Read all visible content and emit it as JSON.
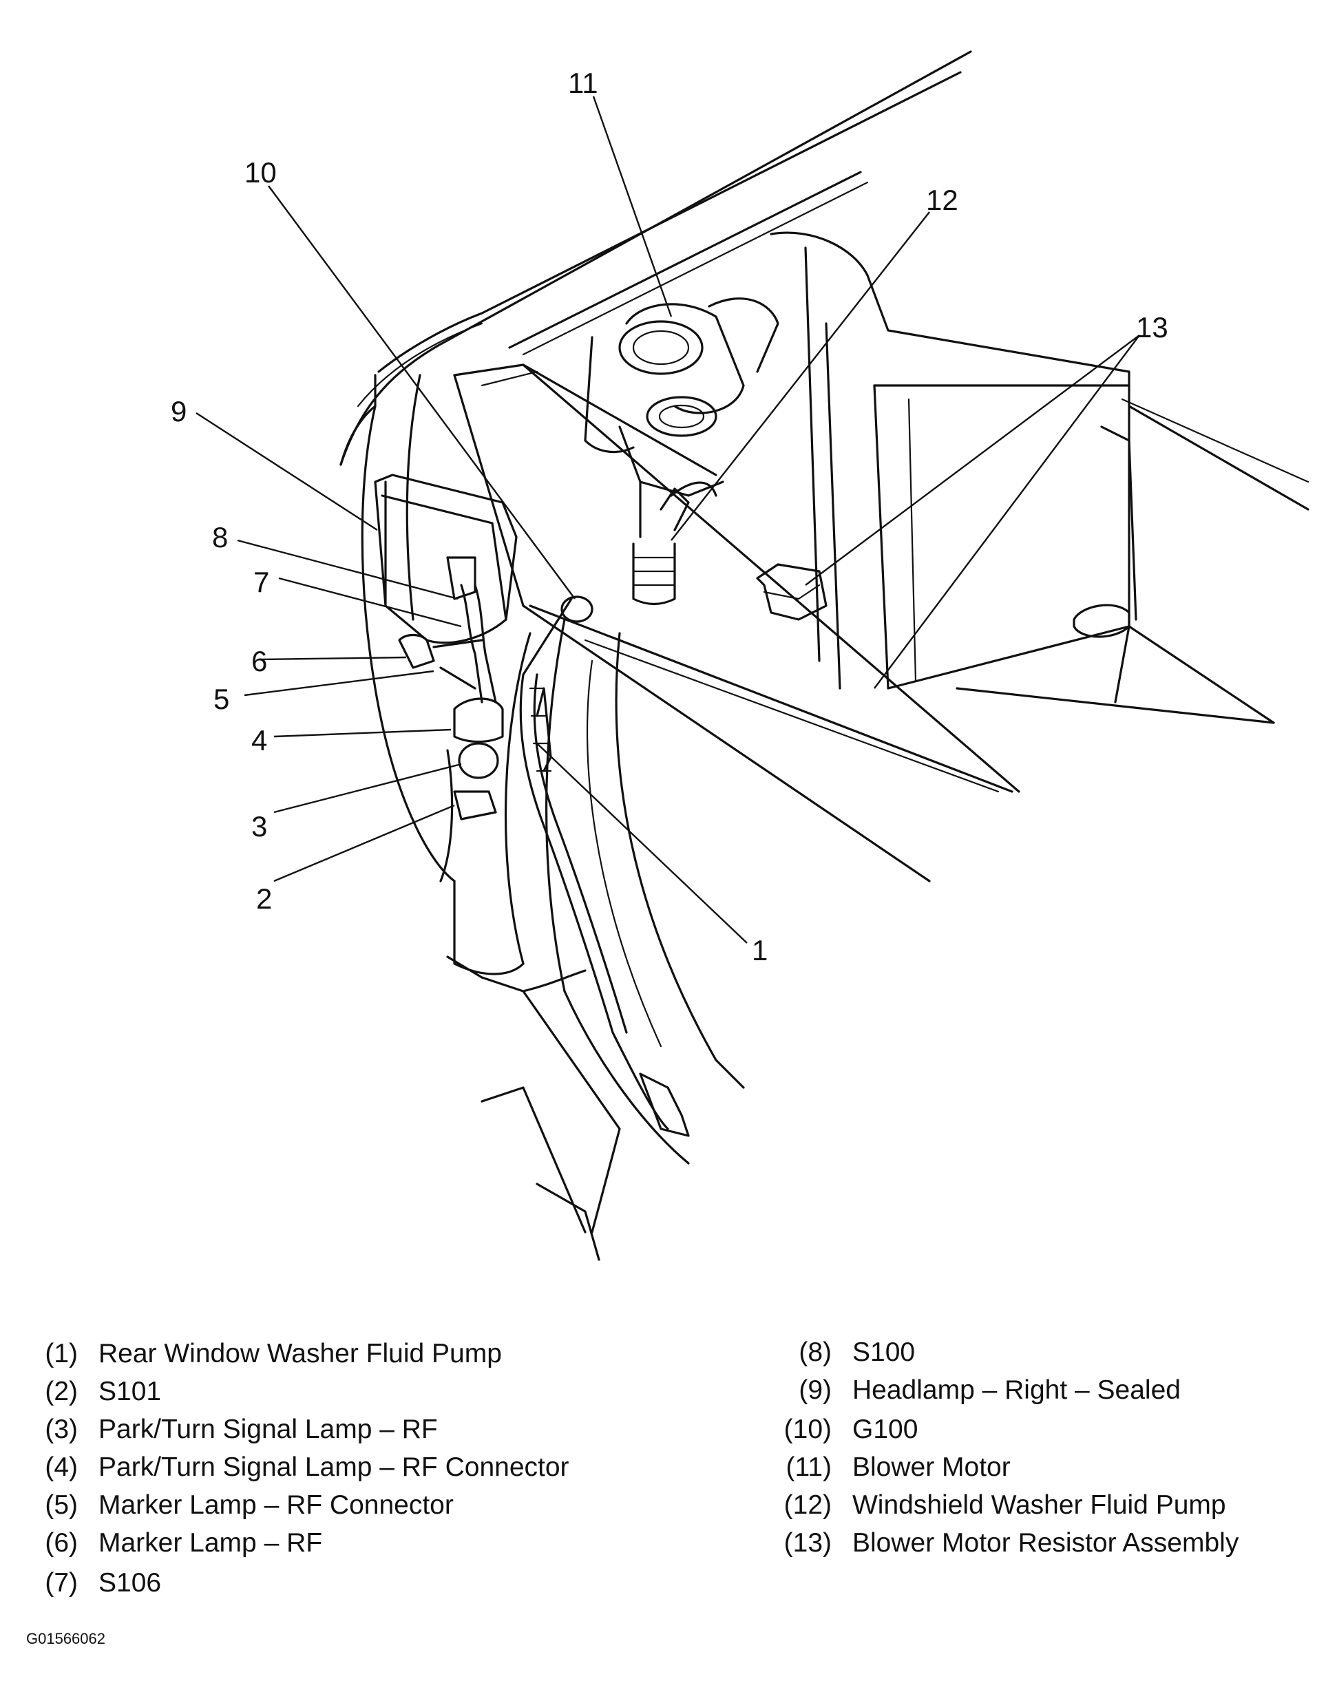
{
  "callouts": [
    {
      "id": "1",
      "label": "1"
    },
    {
      "id": "2",
      "label": "2"
    },
    {
      "id": "3",
      "label": "3"
    },
    {
      "id": "4",
      "label": "4"
    },
    {
      "id": "5",
      "label": "5"
    },
    {
      "id": "6",
      "label": "6"
    },
    {
      "id": "7",
      "label": "7"
    },
    {
      "id": "8",
      "label": "8"
    },
    {
      "id": "9",
      "label": "9"
    },
    {
      "id": "10",
      "label": "10"
    },
    {
      "id": "11",
      "label": "11"
    },
    {
      "id": "12",
      "label": "12"
    },
    {
      "id": "13",
      "label": "13"
    }
  ],
  "legend": [
    {
      "num": "(1)",
      "text": "Rear Window Washer Fluid Pump"
    },
    {
      "num": "(2)",
      "text": "S101"
    },
    {
      "num": "(3)",
      "text": "Park/Turn Signal Lamp – RF"
    },
    {
      "num": "(4)",
      "text": "Park/Turn Signal Lamp – RF Connector"
    },
    {
      "num": "(5)",
      "text": "Marker Lamp – RF Connector"
    },
    {
      "num": "(6)",
      "text": "Marker Lamp – RF"
    },
    {
      "num": "(7)",
      "text": "S106"
    },
    {
      "num": "(8)",
      "text": "S100"
    },
    {
      "num": "(9)",
      "text": "Headlamp – Right – Sealed"
    },
    {
      "num": "(10)",
      "text": "G100"
    },
    {
      "num": "(11)",
      "text": "Blower Motor"
    },
    {
      "num": "(12)",
      "text": "Windshield Washer Fluid Pump"
    },
    {
      "num": "(13)",
      "text": "Blower Motor Resistor Assembly"
    }
  ],
  "figure_id": "G01566062"
}
